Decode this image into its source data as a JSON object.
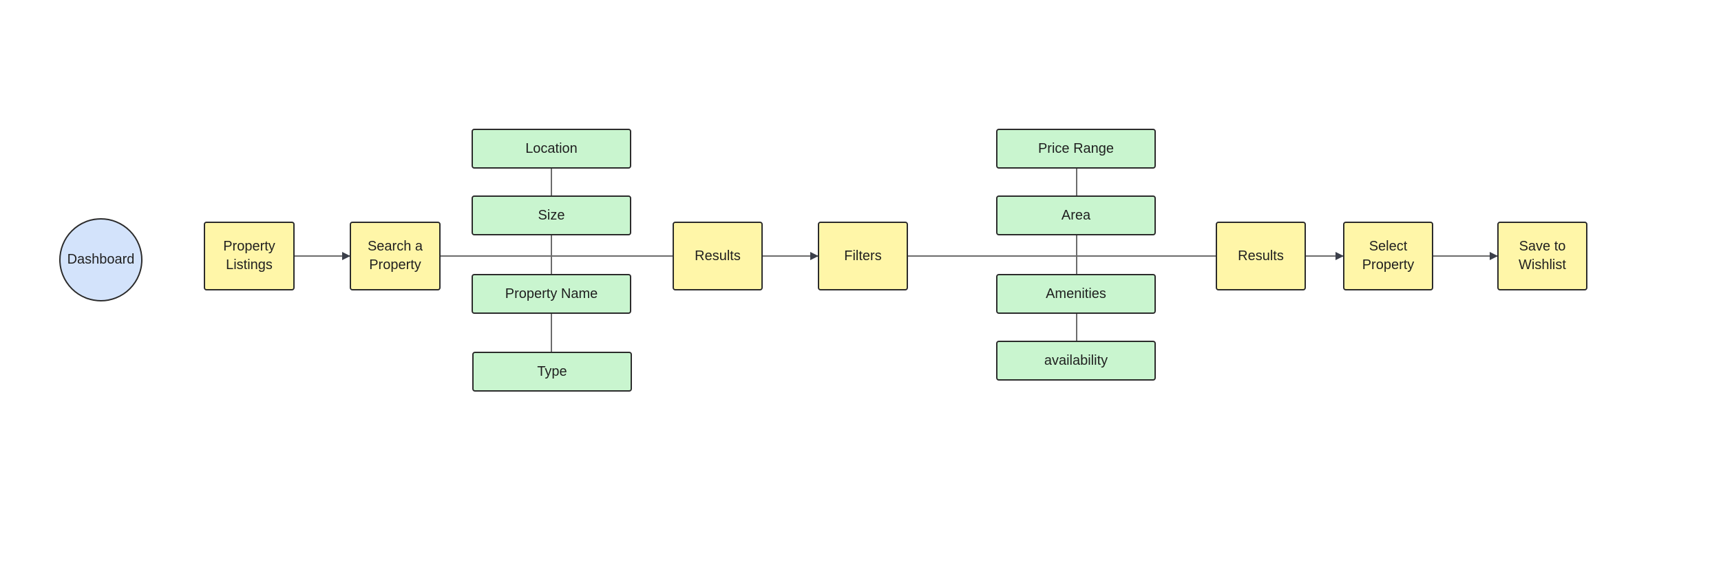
{
  "diagram": {
    "colors": {
      "start": "#d3e3fb",
      "step": "#fff6a8",
      "option": "#c9f5cf",
      "stroke": "#2b2b2b",
      "connector": "#6b6b6b",
      "arrow": "#3b3f4a"
    },
    "nodes": {
      "dashboard": "Dashboard",
      "property_listings": "Property\nListings",
      "search_property": "Search a\nProperty",
      "location": "Location",
      "size": "Size",
      "property_name": "Property Name",
      "type": "Type",
      "results_1": "Results",
      "filters": "Filters",
      "price_range": "Price Range",
      "area": "Area",
      "amenities": "Amenities",
      "availability": "availability",
      "results_2": "Results",
      "select_property": "Select\nProperty",
      "save_wishlist": "Save to\nWishlist"
    },
    "edges": [
      {
        "from": "property_listings",
        "to": "search_property",
        "arrow": true
      },
      {
        "from": "search_property",
        "to": "results_1",
        "arrow": false
      },
      {
        "from": "location",
        "to": "size",
        "arrow": false
      },
      {
        "from": "size",
        "to": "property_name",
        "arrow": false
      },
      {
        "from": "property_name",
        "to": "type",
        "arrow": false
      },
      {
        "from": "results_1",
        "to": "filters",
        "arrow": true
      },
      {
        "from": "filters",
        "to": "results_2",
        "arrow": false
      },
      {
        "from": "price_range",
        "to": "area",
        "arrow": false
      },
      {
        "from": "area",
        "to": "amenities",
        "arrow": false
      },
      {
        "from": "amenities",
        "to": "availability",
        "arrow": false
      },
      {
        "from": "results_2",
        "to": "select_property",
        "arrow": true
      },
      {
        "from": "select_property",
        "to": "save_wishlist",
        "arrow": true
      }
    ]
  }
}
